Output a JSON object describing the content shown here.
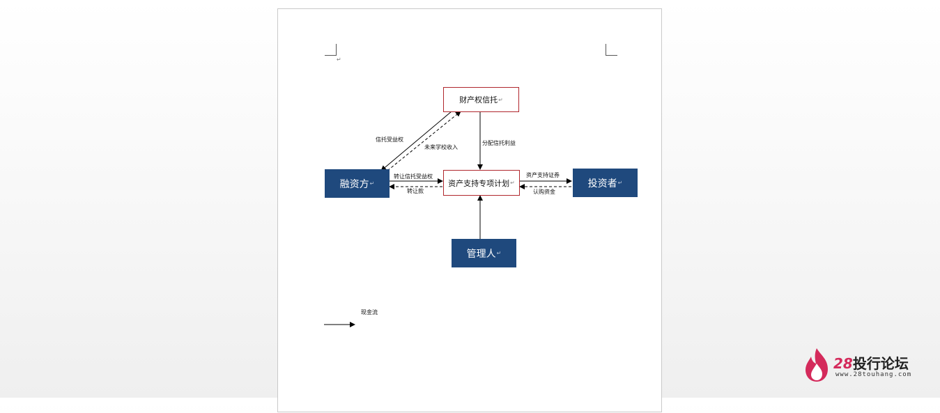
{
  "diagram": {
    "nodes": {
      "trust": "财产权信托",
      "financier": "融资方",
      "plan": "资产支持专项计划",
      "investor": "投资者",
      "manager": "管理人"
    },
    "edges": {
      "trust_beneficiary_right": "信托受益权",
      "future_school_income": "未来学校收入",
      "distribute_trust_benefit": "分配信托利益",
      "transfer_trust_beneficiary_right": "转让信托受益权",
      "transfer_payment": "转让款",
      "asset_backed_securities": "资产支持证券",
      "subscription_funds": "认购资金"
    },
    "legend": {
      "cash_flow": "现金流"
    },
    "para_mark": "↵",
    "small_mark": "↵"
  },
  "watermark": {
    "number": "28",
    "name": "投行论坛",
    "url": "www.28touhang.com",
    "accent_color": "#d42a5b"
  },
  "colors": {
    "box_blue": "#1f497d",
    "box_red_border": "#b0262c"
  }
}
